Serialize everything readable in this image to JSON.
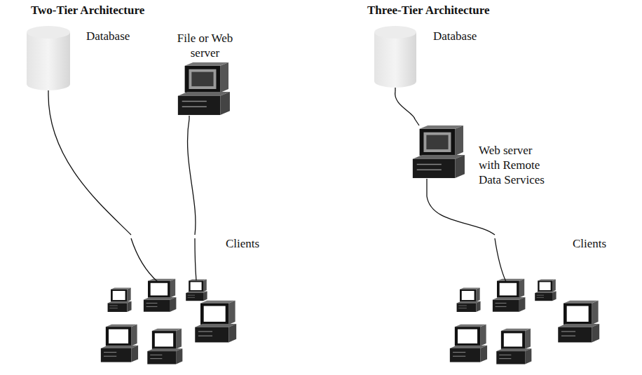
{
  "diagram": {
    "nodes": [
      {
        "text": [
          "Database"
        ]
      },
      {
        "text": [
          "File or Web server"
        ]
      },
      {
        "text": [
          "Clients"
        ]
      },
      {
        "text": [
          "Database"
        ]
      },
      {
        "text": [
          "Web server with Remote Data Services"
        ]
      },
      {
        "text": [
          "Clients"
        ]
      }
    ],
    "edges": [
      {
        "from": 0,
        "to": 2,
        "arrow": "none"
      },
      {
        "from": 1,
        "to": 2,
        "arrow": "none"
      },
      {
        "from": 3,
        "to": 4,
        "arrow": "none"
      },
      {
        "from": 4,
        "to": 5,
        "arrow": "none"
      }
    ],
    "labels": [
      "Two-Tier Architecture",
      "Three-Tier Architecture"
    ]
  }
}
